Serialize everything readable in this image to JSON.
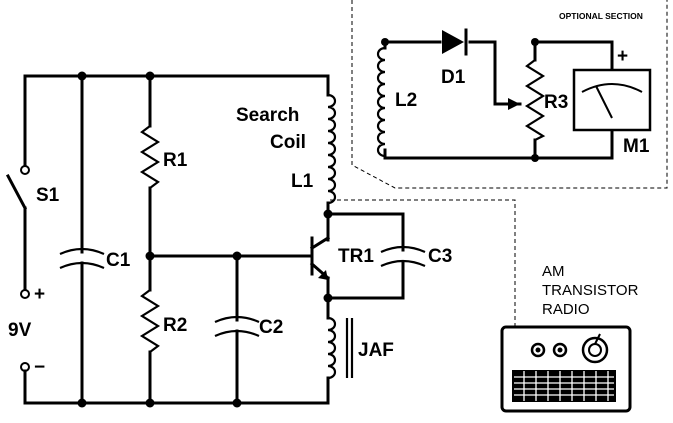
{
  "labels": {
    "switch": "S1",
    "c1": "C1",
    "r1": "R1",
    "r2": "R2",
    "c2": "C2",
    "c3": "C3",
    "tr1": "TR1",
    "jaf": "JAF",
    "search": "Search",
    "coil": "Coil",
    "l1": "L1",
    "l2": "L2",
    "d1": "D1",
    "r3": "R3",
    "m1": "M1",
    "plus_meter": "+",
    "plus_batt": "+",
    "minus_batt": "−",
    "battery": "9V",
    "optional": "OPTIONAL SECTION",
    "radio_line1": "AM",
    "radio_line2": "TRANSISTOR",
    "radio_line3": "RADIO"
  }
}
